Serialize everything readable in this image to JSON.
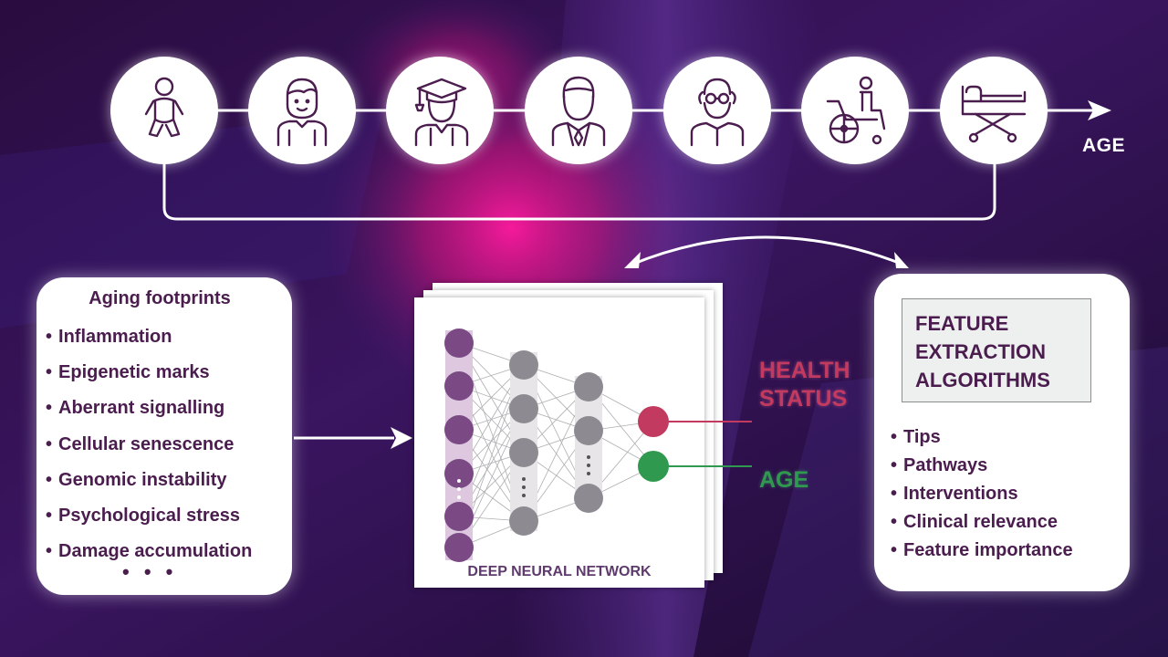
{
  "lifecycle": {
    "axis_label": "AGE",
    "stages": [
      {
        "icon": "baby-icon"
      },
      {
        "icon": "child-icon"
      },
      {
        "icon": "graduate-icon"
      },
      {
        "icon": "adult-man-icon"
      },
      {
        "icon": "elderly-man-icon"
      },
      {
        "icon": "wheelchair-icon"
      },
      {
        "icon": "hospital-bed-icon"
      }
    ]
  },
  "aging_footprints": {
    "title": "Aging footprints",
    "items": [
      "Inflammation",
      "Epigenetic marks",
      "Aberrant signalling",
      "Cellular senescence",
      "Genomic instability",
      "Psychological stress",
      "Damage accumulation"
    ],
    "ellipsis": "• • •"
  },
  "network": {
    "label": "DEEP NEURAL NETWORK",
    "outputs": {
      "health_line1": "HEALTH",
      "health_line2": "STATUS",
      "age": "AGE"
    }
  },
  "feature_extraction": {
    "box_line1": "FEATURE",
    "box_line2": "EXTRACTION",
    "box_line3": "ALGORITHMS",
    "items": [
      "Tips",
      "Pathways",
      "Interventions",
      "Clinical relevance",
      "Feature importance"
    ]
  },
  "colors": {
    "text": "#4a1d4e",
    "input_node": "#7b4a85",
    "hidden_node": "#8e8a91",
    "health_node": "#c23a60",
    "age_node": "#2f9a4f",
    "background_dark": "#1c0a33",
    "background_magenta": "#e0168c"
  }
}
